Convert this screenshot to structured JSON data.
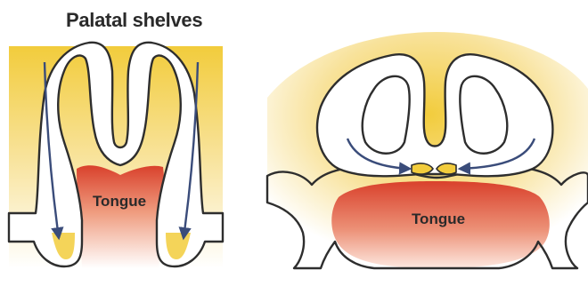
{
  "labels": {
    "title": "Palatal shelves",
    "tongue_left": "Tongue",
    "tongue_right": "Tongue"
  },
  "colors": {
    "yellow": "#f2cc3c",
    "tongue_red": "#d9412c",
    "arrow": "#3a4c7a",
    "outline": "#2e2e2e"
  }
}
